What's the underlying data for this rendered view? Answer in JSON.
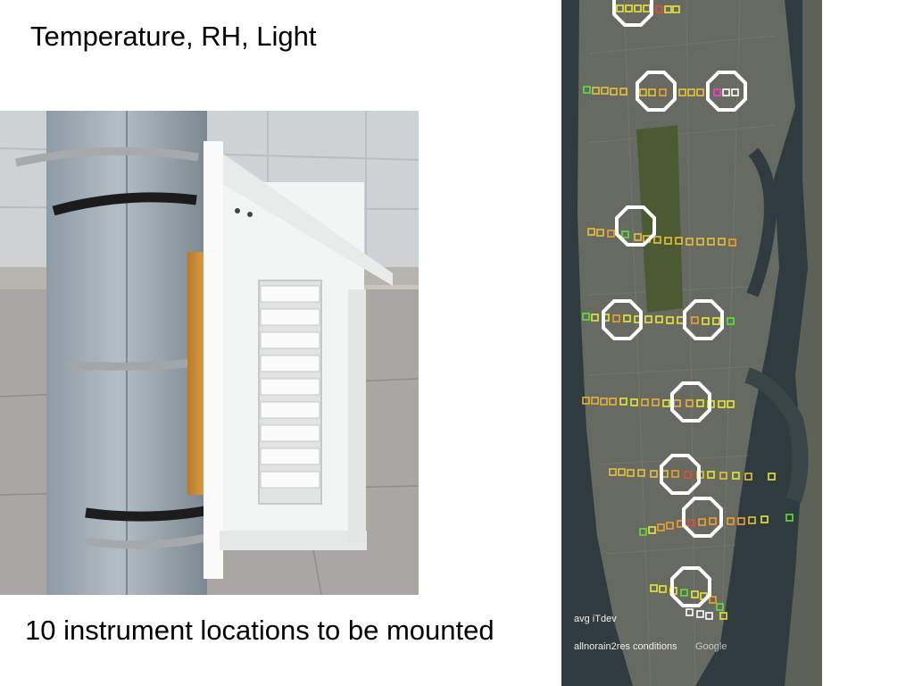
{
  "slide": {
    "title": "Temperature, RH, Light",
    "caption": "10 instrument locations to be mounted"
  },
  "map": {
    "overlay_line1": "avg iTdev",
    "overlay_line2": "allnorain2res conditions",
    "watermark": "Google",
    "sensor_colors": [
      "#e8e83a",
      "#f0a030",
      "#e05030",
      "#60e040",
      "#ffffff",
      "#ff40c0"
    ]
  }
}
